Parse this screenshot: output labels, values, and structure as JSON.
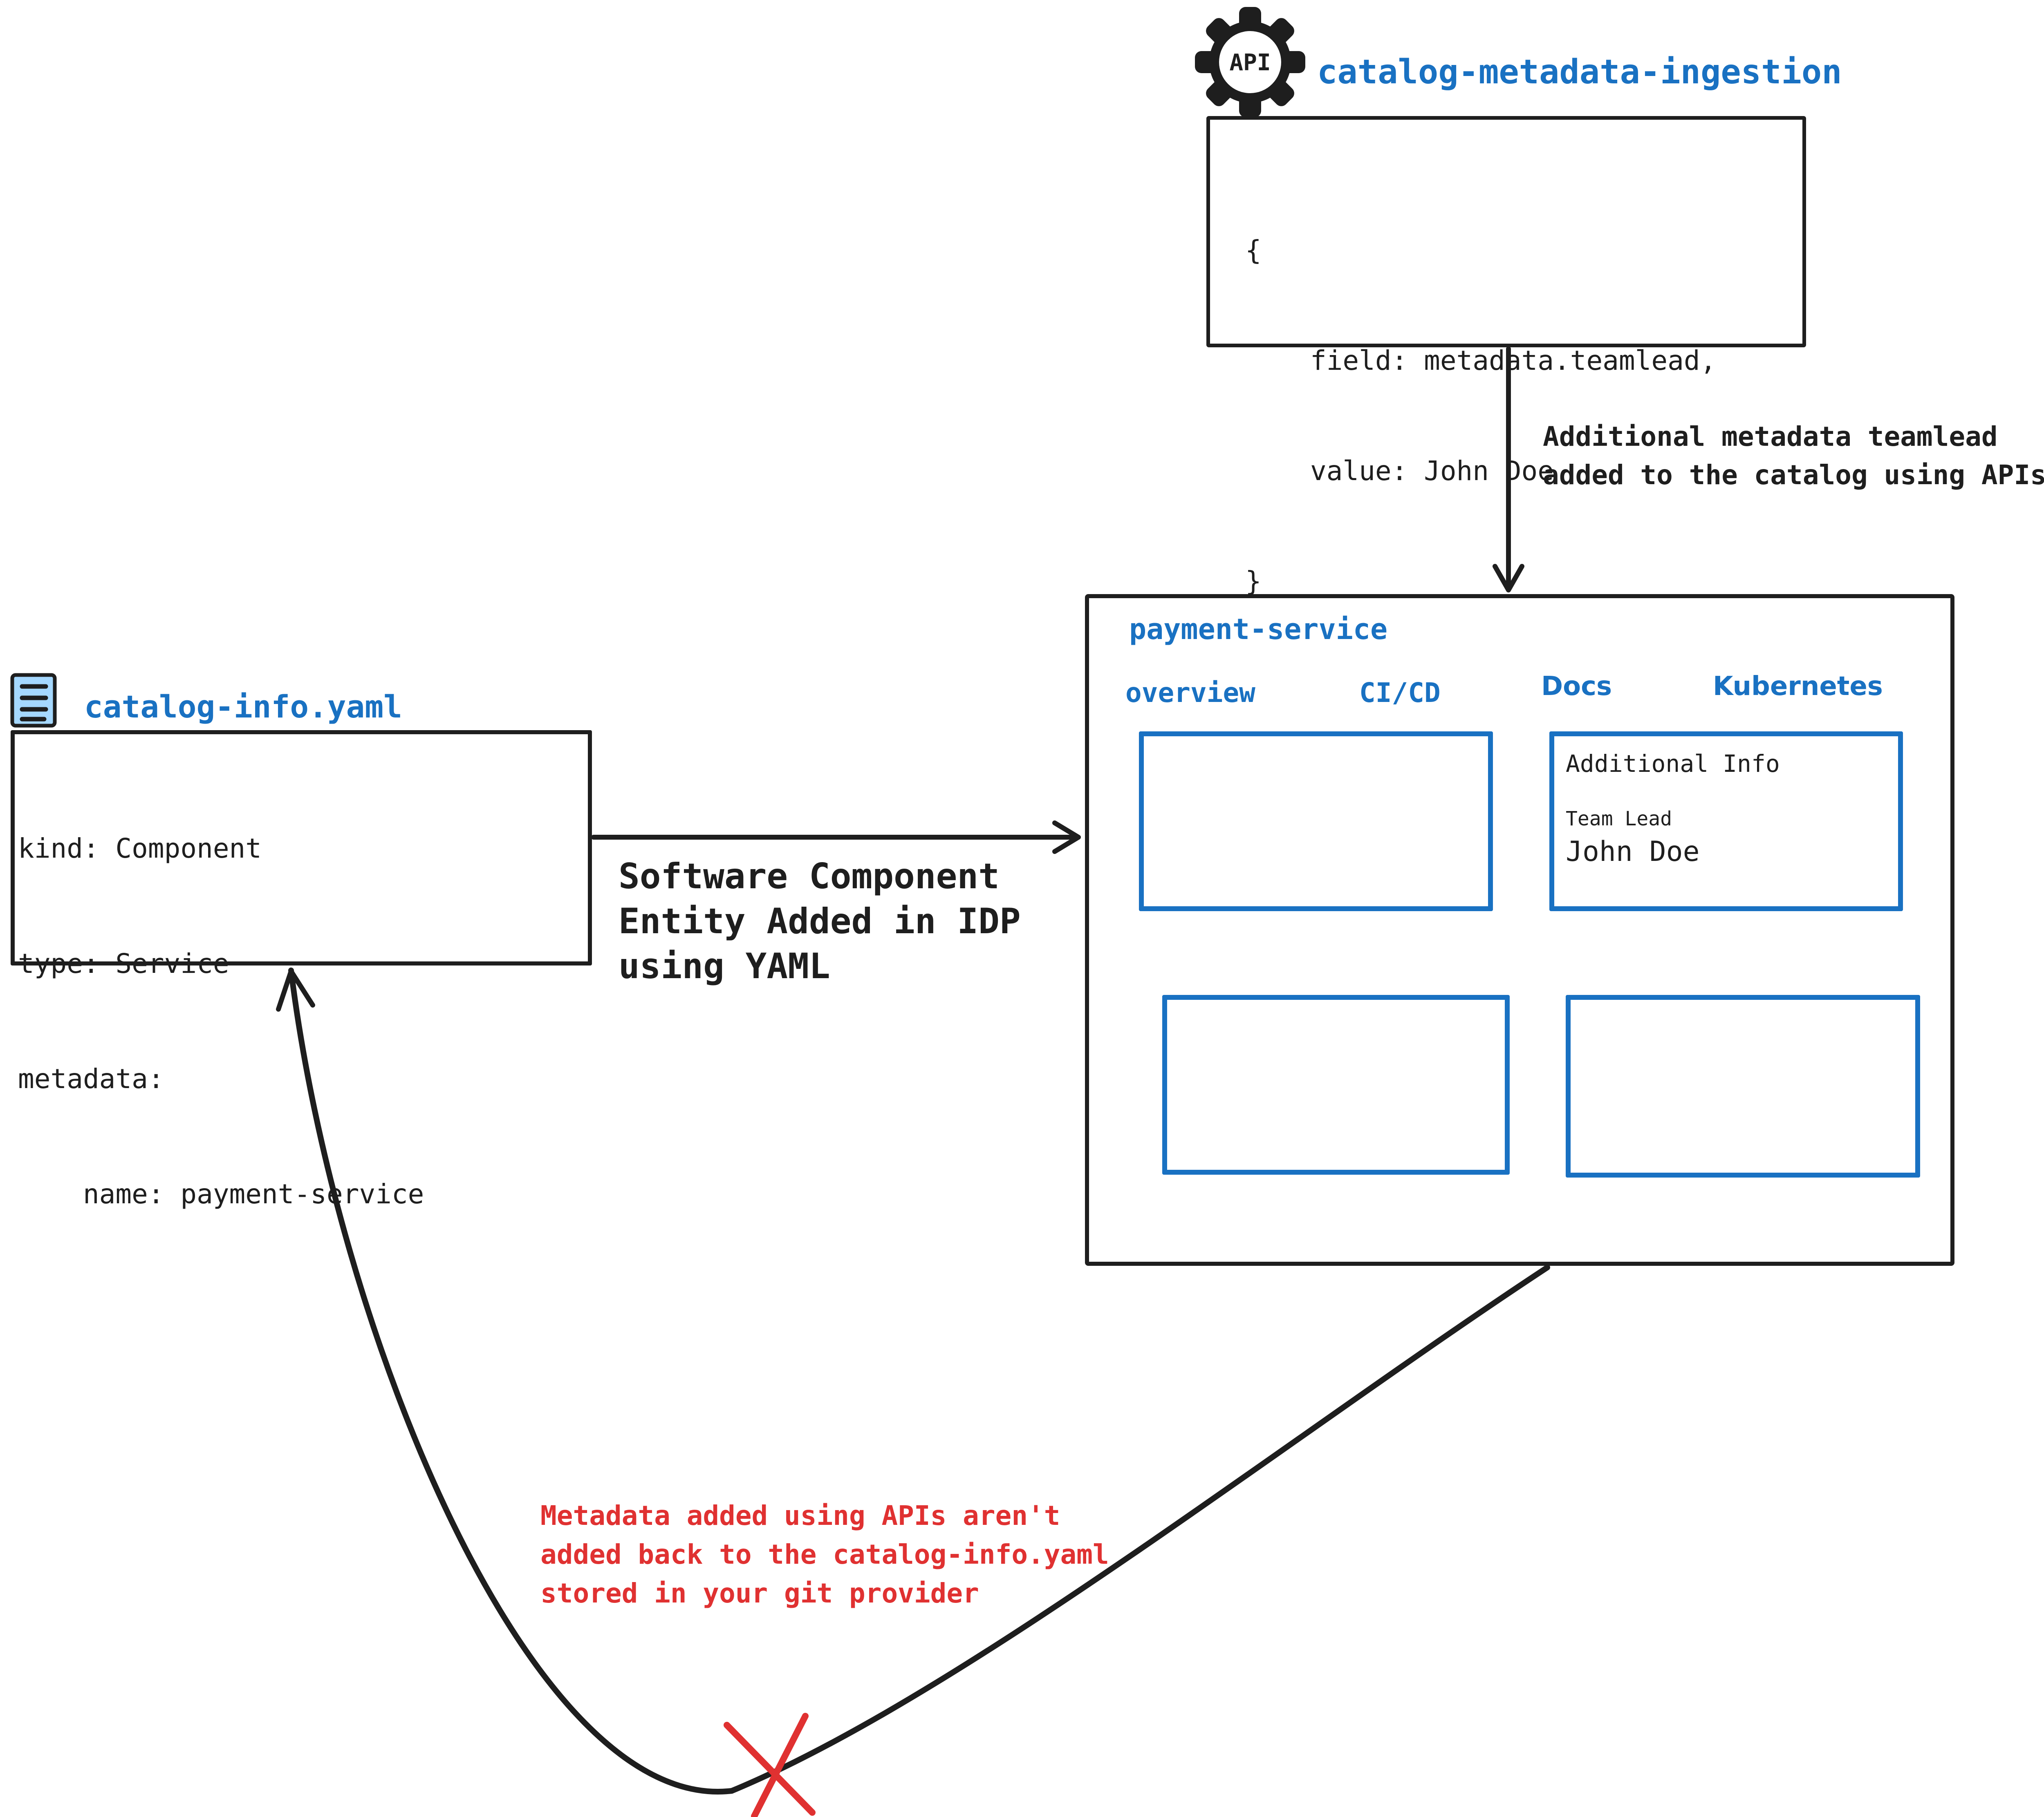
{
  "colors": {
    "accent_blue": "#1971c2",
    "alert_red": "#e03131",
    "ink_black": "#1e1e1e",
    "file_icon_fill": "#a5d8ff",
    "background": "#ffffff"
  },
  "api_ingestion": {
    "gear_icon": "api-gear-icon",
    "gear_label": "API",
    "title": "catalog-metadata-ingestion",
    "code_lines": [
      "{",
      "    field: metadata.teamlead,",
      "    value: John Doe",
      "}"
    ]
  },
  "api_arrow_label": [
    "Additional metadata teamlead",
    "added to the catalog using APIs"
  ],
  "idp_portal": {
    "title": "payment-service",
    "tabs": [
      "overview",
      "CI/CD",
      "Docs",
      "Kubernetes"
    ],
    "additional_info_card": {
      "title": "Additional Info",
      "field_label": "Team Lead",
      "field_value": "John Doe"
    }
  },
  "yaml_file": {
    "file_icon": "yaml-file-icon",
    "title": "catalog-info.yaml",
    "lines": [
      "kind: Component",
      "type: Service",
      "metadata:",
      "    name: payment-service"
    ]
  },
  "yaml_arrow_label": [
    "Software Component",
    "Entity Added in IDP",
    "using YAML"
  ],
  "return_arrow_label": [
    "Metadata added using APIs aren't",
    "added back to the catalog-info.yaml",
    "stored in your git provider"
  ]
}
